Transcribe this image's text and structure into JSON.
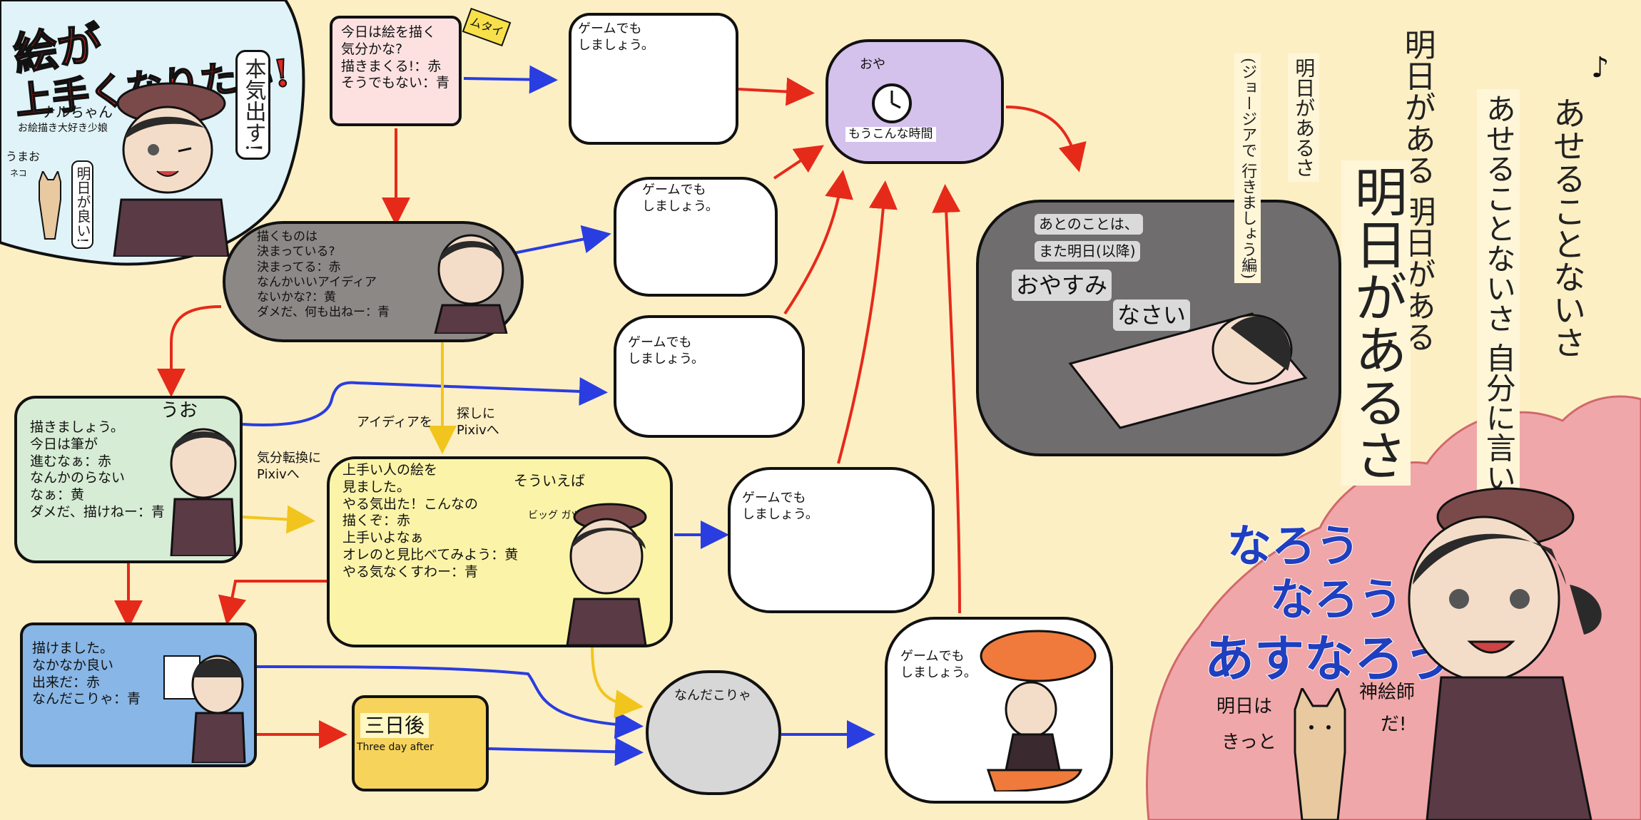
{
  "colors": {
    "background": "#fdefc4",
    "red": "#e52a1a",
    "blue": "#2a3de0",
    "yellow": "#f2c51e",
    "purple": "#d4c1ec",
    "gray": "#8c8886",
    "dark": "#6f6d6e",
    "green": "#d6ecd4",
    "lightyellow": "#fbf4a8",
    "blue_panel": "#88b6e6",
    "gold": "#f6d35b",
    "pink": "#eda3a6"
  },
  "title": {
    "line1": "絵が",
    "line2": "上手くなりたい!",
    "subtitle": "本気出す!",
    "name": "ナルちゃん",
    "desc": "お絵描き大好き少娘",
    "cat_name": "うまお",
    "cat_sub": "ネコ",
    "cat_line": "明日が良い!"
  },
  "start": {
    "text": "今日は絵を描く\n気分かな?\n描きまくる!：赤\nそうでもない：青",
    "stamp": "ムタイ"
  },
  "decide": {
    "text": "描くものは\n決まっている?\n決まってる：赤\nなんかいいアイディア\nないかな?：黄\nダメだ、何も出ねー：青"
  },
  "draw": {
    "text": "描きましょう。\n今日は筆が\n進むなぁ：赤\nなんかのらない\nなぁ：黄\nダメだ、描けねー：青",
    "sfx": "うお"
  },
  "done": {
    "text": "描けました。\nなかなか良い\n出来だ：赤\nなんだこりゃ：青"
  },
  "threedays": {
    "title": "三日後",
    "sub": "Three day after"
  },
  "pixiv": {
    "text": "上手い人の絵を\n見ました。\nやる気出た！こんなの\n描くぞ：赤\n上手いよなぁ\nオレのと見比べてみよう：黄\nやる気なくすわー：青",
    "aside": "そういえば",
    "aside2": "ビッグ ガツ"
  },
  "labels": {
    "idea": "アイディアを",
    "search": "探しに\nPixivへ",
    "refresh": "気分転換に\nPixivへ"
  },
  "games": {
    "g1": "ゲームでも\nしましょう。",
    "g2": "ゲームでも\nしましょう。",
    "g3": "ゲームでも\nしましょう。",
    "g4": "ゲームでも\nしましょう。",
    "g5": "ゲームでも\nしましょう。"
  },
  "whatisthis": {
    "text": "なんだこりゃ"
  },
  "clock": {
    "top": "おや",
    "bottom": "もうこんな時間"
  },
  "sleep": {
    "line1": "あとのことは、",
    "line2": "また明日(以降)",
    "line3": "おやすみ",
    "line4": "なさい"
  },
  "poem": {
    "col1": "明日があるさ",
    "col2": "(ジョージアで\n行きましょう編)",
    "col3": "明日がある 明日がある",
    "col4": "明日があるさ",
    "col5": "あせることないさ",
    "col6": "あせることないさ\n自分に言いきかす",
    "note": "♪"
  },
  "ending": {
    "title1": "なろう",
    "title2": "なろう",
    "title3": "あすなろう",
    "bottom1": "明日は",
    "bottom2": "きっと",
    "bottom3": "神絵師",
    "bottom4": "だ!"
  }
}
